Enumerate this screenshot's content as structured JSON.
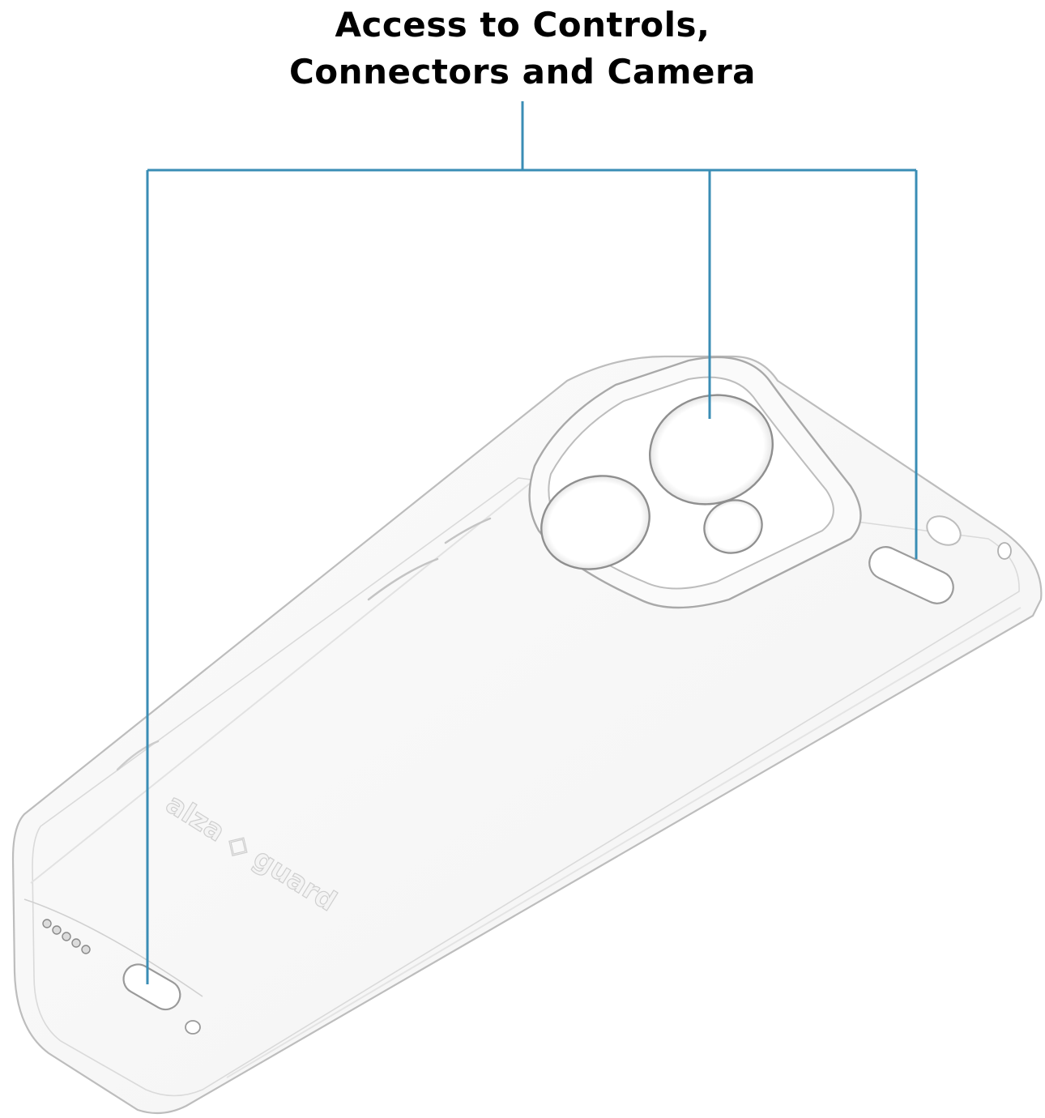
{
  "heading": {
    "line1": "Access to Controls,",
    "line2": "Connectors and Camera"
  },
  "product": {
    "name": "transparent phone case",
    "logo_text": "alza guard"
  },
  "colors": {
    "callout_line": "#3a8db5",
    "case_edge": "#c9c9c9",
    "case_edge_dark": "#9a9a9a",
    "text": "#000000",
    "background": "#ffffff"
  }
}
